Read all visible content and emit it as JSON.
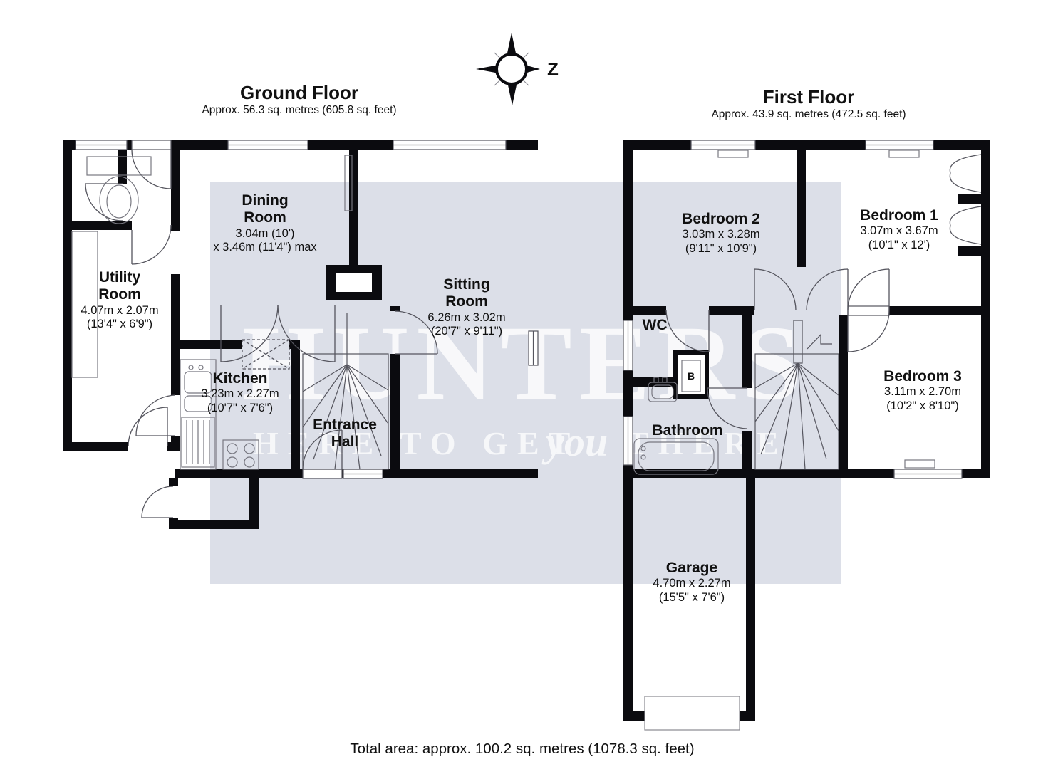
{
  "compass": {
    "label": "Z"
  },
  "watermark": {
    "brand": "HUNTERS",
    "tagline_left": "HERE TO GET",
    "tagline_script": "you",
    "tagline_right": "THERE"
  },
  "floors": {
    "ground": {
      "title": "Ground Floor",
      "subtitle": "Approx. 56.3 sq. metres (605.8 sq. feet)"
    },
    "first": {
      "title": "First Floor",
      "subtitle": "Approx. 43.9 sq. metres (472.5 sq. feet)"
    }
  },
  "rooms": {
    "dining": {
      "line1": "Dining",
      "line2": "Room",
      "dims1": "3.04m (10')",
      "dims2": "x 3.46m (11'4\") max"
    },
    "utility": {
      "line1": "Utility",
      "line2": "Room",
      "dims1": "4.07m x 2.07m",
      "dims2": "(13'4\" x 6'9\")"
    },
    "sitting": {
      "line1": "Sitting",
      "line2": "Room",
      "dims1": "6.26m x 3.02m",
      "dims2": "(20'7\" x 9'11\")"
    },
    "kitchen": {
      "line1": "Kitchen",
      "dims1": "3.23m x 2.27m",
      "dims2": "(10'7\" x 7'6\")"
    },
    "entrance": {
      "line1": "Entrance",
      "line2": "Hall"
    },
    "wc": {
      "line1": "WC"
    },
    "bathroom": {
      "line1": "Bathroom"
    },
    "bedroom2": {
      "line1": "Bedroom 2",
      "dims1": "3.03m x 3.28m",
      "dims2": "(9'11\" x 10'9\")"
    },
    "bedroom1": {
      "line1": "Bedroom 1",
      "dims1": "3.07m x 3.67m",
      "dims2": "(10'1\" x 12')"
    },
    "bedroom3": {
      "line1": "Bedroom 3",
      "dims1": "3.11m x 2.70m",
      "dims2": "(10'2\" x 8'10\")"
    },
    "garage": {
      "line1": "Garage",
      "dims1": "4.70m x 2.27m",
      "dims2": "(15'5\" x 7'6\")"
    }
  },
  "fixtures": {
    "boiler_label": "B"
  },
  "footer": {
    "total_area": "Total area: approx. 100.2 sq. metres (1078.3 sq. feet)"
  },
  "colors": {
    "wall": "#0b0b0f",
    "tint": "#dcdfe8",
    "line": "#55555e",
    "watermark_text": "#ffffff"
  }
}
